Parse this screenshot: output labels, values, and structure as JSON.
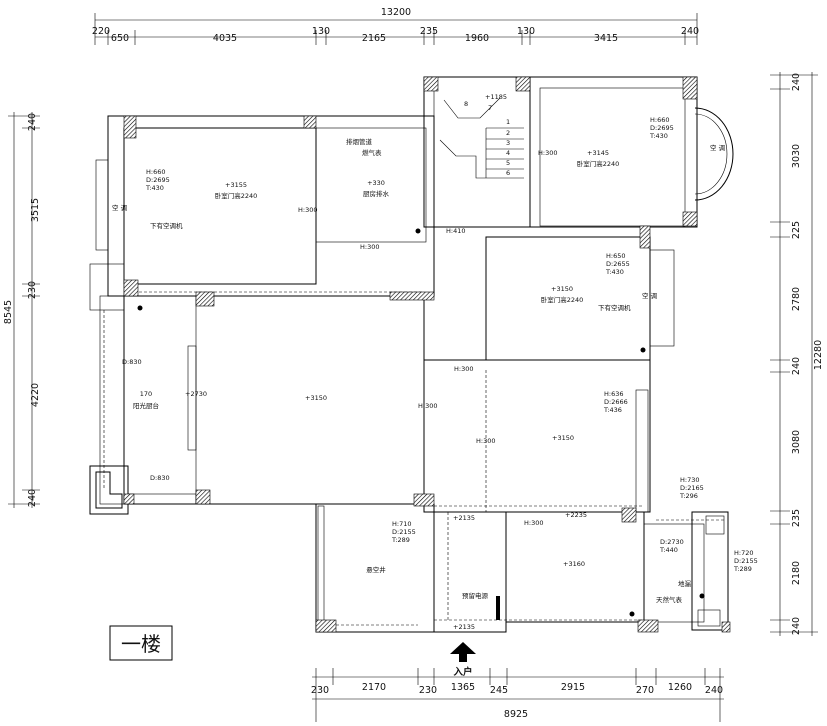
{
  "floor_label": "一楼",
  "entrance_label": "入户",
  "top_dims": {
    "total": "13200",
    "segments": [
      "220",
      "650",
      "4035",
      "130",
      "2165",
      "235",
      "1960",
      "130",
      "3415",
      "240"
    ]
  },
  "bottom_dims": {
    "total": "8925",
    "segments": [
      "230",
      "2170",
      "230",
      "1365",
      "245",
      "2915",
      "270",
      "1260",
      "240"
    ]
  },
  "left_dims": {
    "total": "8545",
    "segments": [
      "240",
      "3515",
      "230",
      "4220",
      "240"
    ]
  },
  "right_dims": {
    "total": "12280",
    "segments": [
      "240",
      "3030",
      "225",
      "2780",
      "240",
      "3080",
      "235",
      "2180",
      "240"
    ]
  },
  "rooms": [
    {
      "name": "卧室门高2240",
      "level": "+3155"
    },
    {
      "name": "卧室门高2240",
      "level": "+3145"
    },
    {
      "name": "卧室门高2240",
      "level": "+3150"
    },
    {
      "name": "厨房排水",
      "level": "+330"
    },
    {
      "name": "阳光厨台",
      "level": "170"
    },
    {
      "name": "悬空井",
      "level": ""
    }
  ],
  "levels": [
    "+3150",
    "+3150",
    "+3160",
    "+2730",
    "+2135",
    "+2235",
    "+2135",
    "+1185"
  ],
  "annotations": {
    "window_a": [
      "H:660",
      "D:2695",
      "T:430"
    ],
    "window_b": [
      "H:660",
      "D:2695",
      "T:430"
    ],
    "window_c": [
      "H:650",
      "D:2655",
      "T:430"
    ],
    "window_d": [
      "H:636",
      "D:2666",
      "T:436"
    ],
    "window_e": [
      "H:730",
      "D:2165",
      "T:296"
    ],
    "window_f": [
      "H:710",
      "D:2155",
      "T:289"
    ],
    "window_g": [
      "H:720",
      "D:2155",
      "T:289"
    ],
    "door_h": [
      "D:2730",
      "T:440"
    ],
    "beam_heights": [
      "H:300",
      "H:300",
      "H:300",
      "H:300",
      "H:300",
      "H:300",
      "H:300",
      "H:410"
    ],
    "d_notes": [
      "D:830",
      "D:830"
    ],
    "misc": [
      "空 调",
      "空 调",
      "空 调",
      "下有空调机",
      "下有空调机",
      "地漏",
      "天然气表",
      "燃气表",
      "排烟管道",
      "预留电源"
    ]
  },
  "stairs": [
    "1",
    "2",
    "3",
    "4",
    "5",
    "6",
    "7",
    "8"
  ]
}
